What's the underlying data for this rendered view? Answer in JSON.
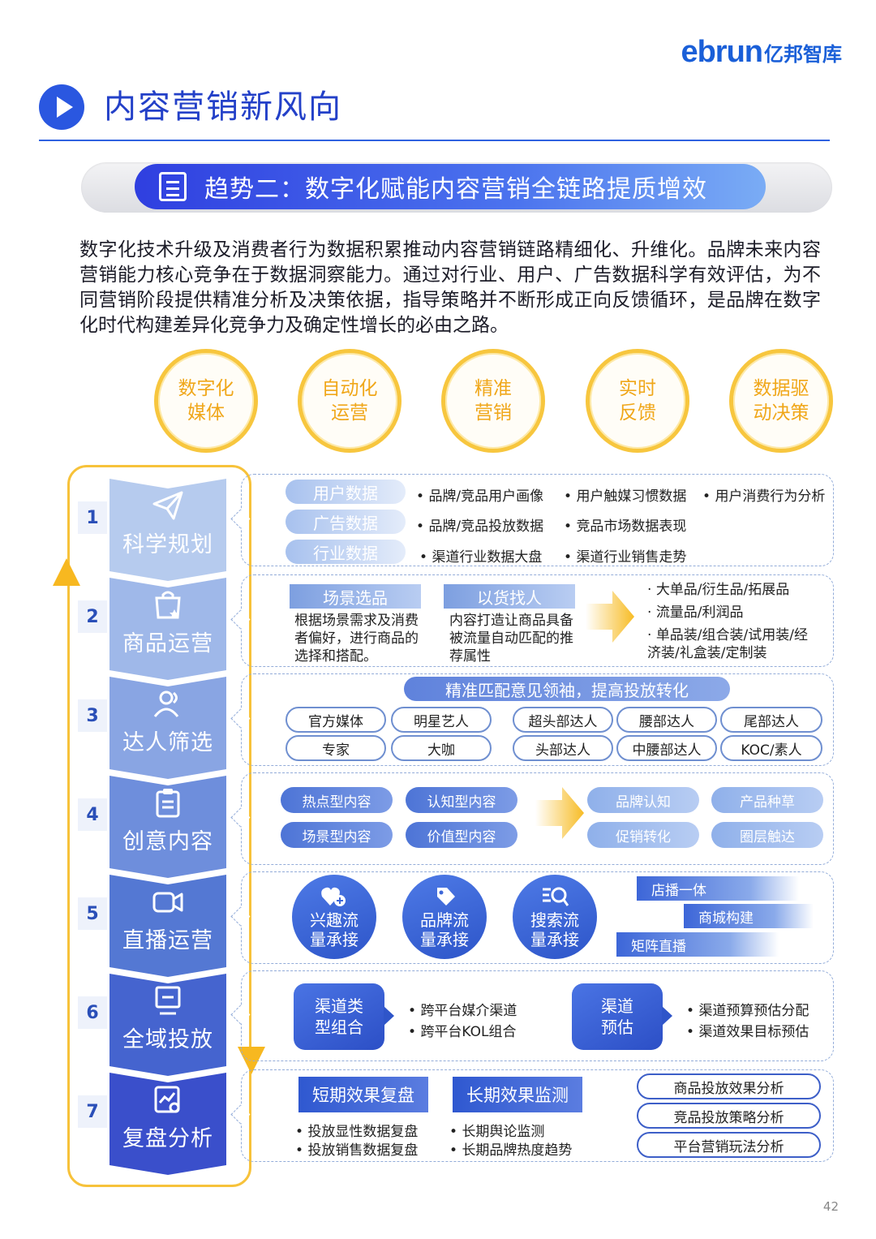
{
  "brand": {
    "logo_en": "ebrun",
    "logo_cn": "亿邦智库"
  },
  "page_title": "内容营销新风向",
  "trend_title": "趋势二：数字化赋能内容营销全链路提质增效",
  "intro": "数字化技术升级及消费者行为数据积累推动内容营销链路精细化、升维化。品牌未来内容营销能力核心竞争在于数据洞察能力。通过对行业、用户、广告数据科学有效评估，为不同营销阶段提供精准分析及决策依据，指导策略并不断形成正向反馈循环，是品牌在数字化时代构建差异化竞争力及确定性增长的必由之路。",
  "features": [
    {
      "line1": "数字化",
      "line2": "媒体"
    },
    {
      "line1": "自动化",
      "line2": "运营"
    },
    {
      "line1": "精准",
      "line2": "营销"
    },
    {
      "line1": "实时",
      "line2": "反馈"
    },
    {
      "line1": "数据驱",
      "line2": "动决策"
    }
  ],
  "steps": [
    {
      "num": "1",
      "label": "科学规划",
      "color": "#b6cbee"
    },
    {
      "num": "2",
      "label": "商品运营",
      "color": "#9fb8e9"
    },
    {
      "num": "3",
      "label": "达人筛选",
      "color": "#89a5e3"
    },
    {
      "num": "4",
      "label": "创意内容",
      "color": "#6e8edc"
    },
    {
      "num": "5",
      "label": "直播运营",
      "color": "#5478d3"
    },
    {
      "num": "6",
      "label": "全域投放",
      "color": "#4564cf"
    },
    {
      "num": "7",
      "label": "复盘分析",
      "color": "#3a4fcb"
    }
  ],
  "p1": {
    "rows": [
      {
        "tag": "用户数据",
        "items": [
          "品牌/竞品用户画像",
          "用户触媒习惯数据",
          "用户消费行为分析"
        ]
      },
      {
        "tag": "广告数据",
        "items": [
          "品牌/竞品投放数据",
          "竞品市场数据表现"
        ]
      },
      {
        "tag": "行业数据",
        "items": [
          "渠道行业数据大盘",
          "渠道行业销售走势"
        ]
      }
    ]
  },
  "p2": {
    "a_title": "场景选品",
    "a_text": "根据场景需求及消费者偏好，进行商品的选择和搭配。",
    "b_title": "以货找人",
    "b_text": "内容打造让商品具备被流量自动匹配的推荐属性",
    "results": [
      "大单品/衍生品/拓展品",
      "流量品/利润品",
      "单品装/组合装/试用装/经济装/礼盒装/定制装"
    ]
  },
  "p3": {
    "header": "精准匹配意见领袖，提高投放转化",
    "left": [
      "官方媒体",
      "明星艺人",
      "专家",
      "大咖"
    ],
    "right": [
      "超头部达人",
      "腰部达人",
      "尾部达人",
      "头部达人",
      "中腰部达人",
      "KOC/素人"
    ]
  },
  "p4": {
    "content": [
      "热点型内容",
      "认知型内容",
      "场景型内容",
      "价值型内容"
    ],
    "goals": [
      "品牌认知",
      "产品种草",
      "促销转化",
      "圈层触达"
    ]
  },
  "p5": {
    "streams": [
      {
        "line1": "兴趣流",
        "line2": "量承接",
        "icon": "heart-plus-icon"
      },
      {
        "line1": "品牌流",
        "line2": "量承接",
        "icon": "tag-icon"
      },
      {
        "line1": "搜索流",
        "line2": "量承接",
        "icon": "search-list-icon"
      }
    ],
    "tags": [
      "店播一体",
      "商城构建",
      "矩阵直播"
    ]
  },
  "p6": {
    "a_title_1": "渠道类",
    "a_title_2": "型组合",
    "a_items": [
      "跨平台媒介渠道",
      "跨平台KOL组合"
    ],
    "b_title_1": "渠道",
    "b_title_2": "预估",
    "b_items": [
      "渠道预算预估分配",
      "渠道效果目标预估"
    ]
  },
  "p7": {
    "short_title": "短期效果复盘",
    "short_items": [
      "投放显性数据复盘",
      "投放销售数据复盘"
    ],
    "long_title": "长期效果监测",
    "long_items": [
      "长期舆论监测",
      "长期品牌热度趋势"
    ],
    "analyses": [
      "商品投放效果分析",
      "竞品投放策略分析",
      "平台营销玩法分析"
    ]
  },
  "page_number": "42"
}
